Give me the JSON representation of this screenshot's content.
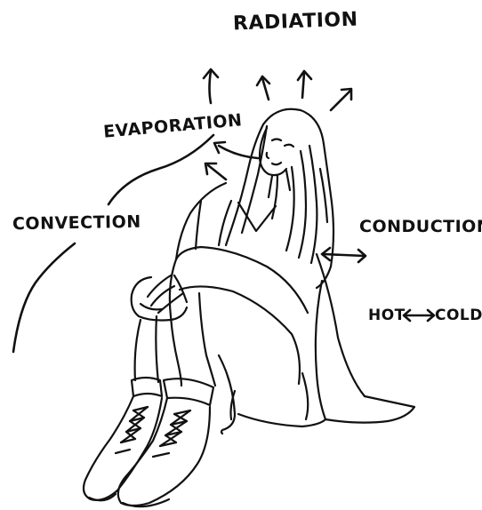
{
  "labels": {
    "radiation": "RADIATION",
    "evaporation": "EVAPORATION",
    "convection": "CONVECTION",
    "conduction": "CONDUCTION",
    "hot": "HOT",
    "cold": "COLD"
  },
  "colors": {
    "ink": "#111111",
    "background": "#ffffff"
  }
}
